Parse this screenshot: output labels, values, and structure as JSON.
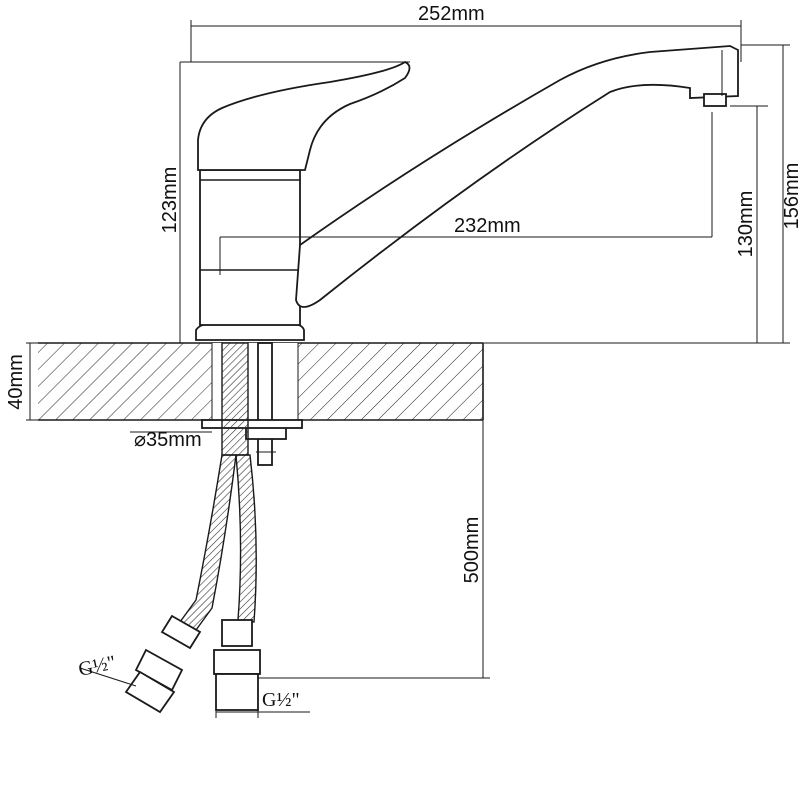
{
  "diagram": {
    "dimensions": {
      "overall_length": "252mm",
      "spout_reach": "232mm",
      "body_height": "123mm",
      "spout_outlet_height": "130mm",
      "total_height": "156mm",
      "countertop_thickness": "40mm",
      "mounting_hole_diameter": "⌀35mm",
      "hose_length": "500mm",
      "thread_left": "G½\"",
      "thread_right": "G½\""
    }
  }
}
